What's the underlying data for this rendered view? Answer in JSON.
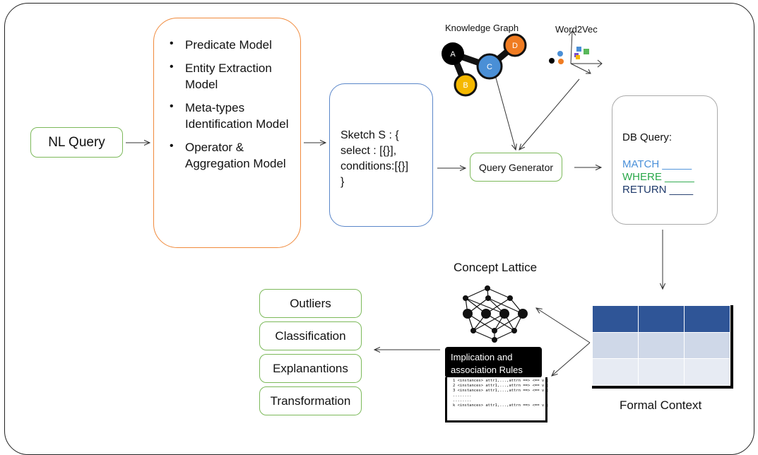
{
  "nl_query": "NL Query",
  "models": [
    "Predicate Model",
    "Entity Extraction Model",
    "Meta-types Identification Model",
    "Operator & Aggregation Model"
  ],
  "sketch": {
    "line1": "Sketch S : {",
    "line2": " select : [{}],",
    "line3": "conditions:[{}]",
    "line4": "}"
  },
  "knowledge_graph": {
    "title": "Knowledge Graph",
    "nodes": [
      "A",
      "B",
      "C",
      "D"
    ]
  },
  "word2vec": {
    "title": "Word2Vec"
  },
  "query_generator": "Query Generator",
  "db_query": {
    "title": "DB Query:",
    "match": "MATCH _____",
    "where": "WHERE _____",
    "return": "RETURN ____",
    "colors": {
      "match": "#4a90d9",
      "where": "#2aa84a",
      "return": "#1f3a6b"
    }
  },
  "concept_lattice": "Concept Lattice",
  "formal_context": "Formal Context",
  "implication": {
    "title": "Implication and association Rules",
    "rules": [
      "1 <instances> attr1,...,attrn ==> <== v ;",
      "2 <instances> attr1,...,attrn ==> <== v ;",
      "3 <instances> attr1,...,attrn ==> <== v ;",
      "........",
      "........",
      "k <instances> attr1,...,attrn ==> <== v ;"
    ]
  },
  "outputs": [
    "Outliers",
    "Classification",
    "Explanantions",
    "Transformation"
  ],
  "colors": {
    "green_border": "#7cb95a",
    "orange_border": "#f08a3c",
    "blue_border": "#5a86c9",
    "node_a": "#000000",
    "node_b": "#f5b800",
    "node_c": "#4a8fd6",
    "node_d": "#f07c22",
    "table_header": "#2f5597"
  }
}
